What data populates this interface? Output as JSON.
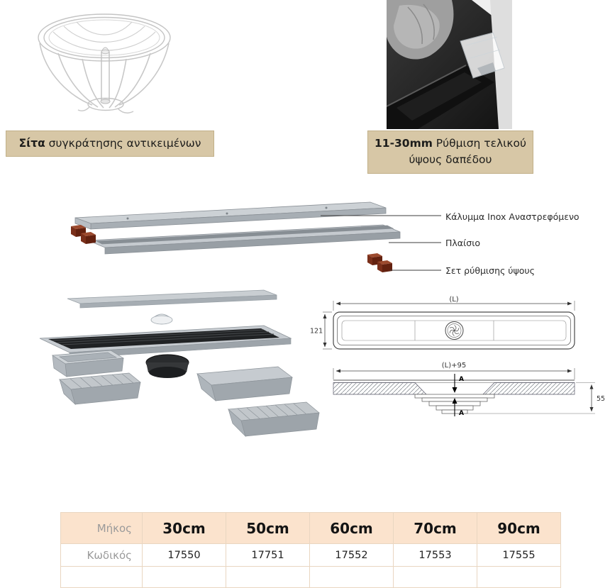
{
  "captions": {
    "left_bold": "Σίτα",
    "left_rest": " συγκράτησης αντικειμένων",
    "right_bold": "11-30mm",
    "right_rest": " Ρύθμιση τελικού",
    "right_line2": "ύψους δαπέδου"
  },
  "part_labels": {
    "cover": "Κάλυμμα Inox Αναστρεφόμενο",
    "frame": "Πλαίσιο",
    "height_set": "Σετ ρύθμισης ύψους"
  },
  "dims": {
    "length": "(L)",
    "height": "121",
    "length_total": "(L)+95",
    "depth": "55",
    "section": "A"
  },
  "table": {
    "row_length": {
      "label": "Μήκος",
      "values": [
        "30cm",
        "50cm",
        "60cm",
        "70cm",
        "90cm"
      ]
    },
    "row_code": {
      "label": "Κωδικός",
      "values": [
        "17550",
        "17751",
        "17552",
        "17553",
        "17555"
      ]
    }
  },
  "colors": {
    "caption_bg": "#d7c7a6",
    "table_header_bg": "#fbe3cd",
    "clip_red": "#6f2517"
  }
}
